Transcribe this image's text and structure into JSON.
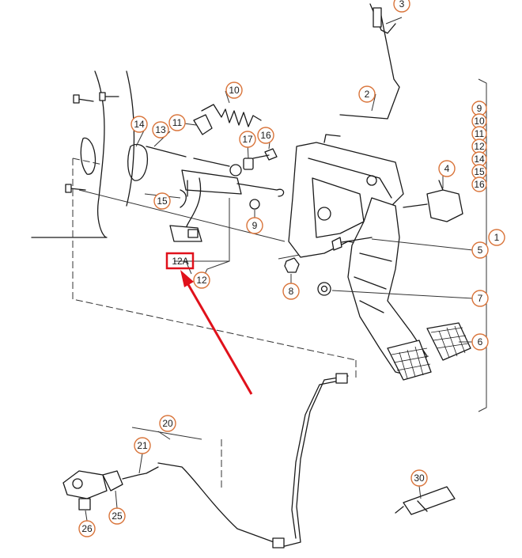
{
  "callouts": {
    "c1": "1",
    "c2": "2",
    "c3": "3",
    "c4": "4",
    "c5": "5",
    "c6": "6",
    "c7": "7",
    "c8": "8",
    "c9": "9",
    "c9b": "9",
    "c10": "10",
    "c10b": "10",
    "c11": "11",
    "c11b": "11",
    "c12": "12",
    "c13": "13",
    "c14": "14",
    "c14b": "14",
    "c15": "15",
    "c15b": "15",
    "c16": "16",
    "c16b": "16",
    "c17": "17",
    "c20": "20",
    "c21": "21",
    "c25": "25",
    "c26": "26",
    "c30": "30"
  },
  "highlight": {
    "label": "12A",
    "color": "#e0111b"
  },
  "colors": {
    "callout_ring": "#d9743a",
    "line": "#1a1a1a"
  }
}
